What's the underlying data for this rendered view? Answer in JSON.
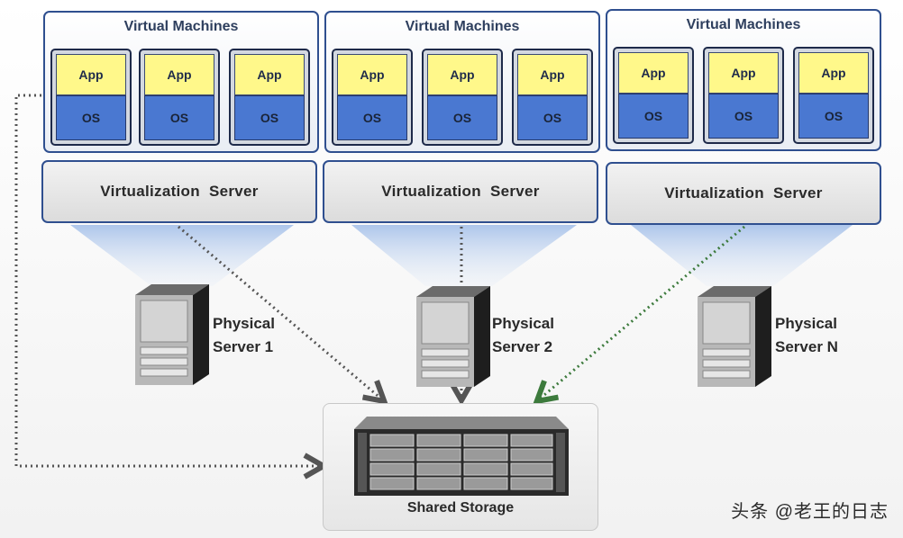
{
  "vm_groups": [
    {
      "title": "Virtual Machines",
      "vms": [
        {
          "app": "App",
          "os": "OS"
        },
        {
          "app": "App",
          "os": "OS"
        },
        {
          "app": "App",
          "os": "OS"
        }
      ]
    },
    {
      "title": "Virtual Machines",
      "vms": [
        {
          "app": "App",
          "os": "OS"
        },
        {
          "app": "App",
          "os": "OS"
        },
        {
          "app": "App",
          "os": "OS"
        }
      ]
    },
    {
      "title": "Virtual Machines",
      "vms": [
        {
          "app": "App",
          "os": "OS"
        },
        {
          "app": "App",
          "os": "OS"
        },
        {
          "app": "App",
          "os": "OS"
        }
      ]
    }
  ],
  "virtualization_servers": [
    {
      "label": "Virtualization  Server"
    },
    {
      "label": "Virtualization  Server"
    },
    {
      "label": "Virtualization  Server"
    }
  ],
  "physical_servers": [
    {
      "line1": "Physical",
      "line2": "Server 1"
    },
    {
      "line1": "Physical",
      "line2": "Server 2"
    },
    {
      "line1": "Physical",
      "line2": "Server N"
    }
  ],
  "shared_storage": {
    "label": "Shared Storage"
  },
  "watermark": "头条 @老王的日志",
  "colors": {
    "border_blue": "#2f4f8f",
    "app_yellow": "#fff88a",
    "os_blue": "#4a78d1",
    "projection_blue": "#a9c3ea",
    "dotted_link": "#555555",
    "dotted_link_green": "#3c7a3c"
  }
}
